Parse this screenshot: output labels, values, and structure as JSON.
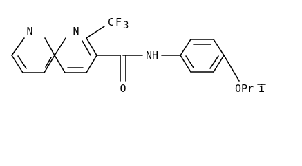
{
  "diagram": {
    "atoms": {
      "n1": "N",
      "n8": "N",
      "cf3_c": "C",
      "cf3_f": "F",
      "cf3_sub": "3",
      "o_carbonyl": "O",
      "amide": "NH",
      "ether": "OPr",
      "ether_suffix": "i"
    },
    "colors": {
      "ink": "#000000",
      "background": "#ffffff"
    }
  }
}
